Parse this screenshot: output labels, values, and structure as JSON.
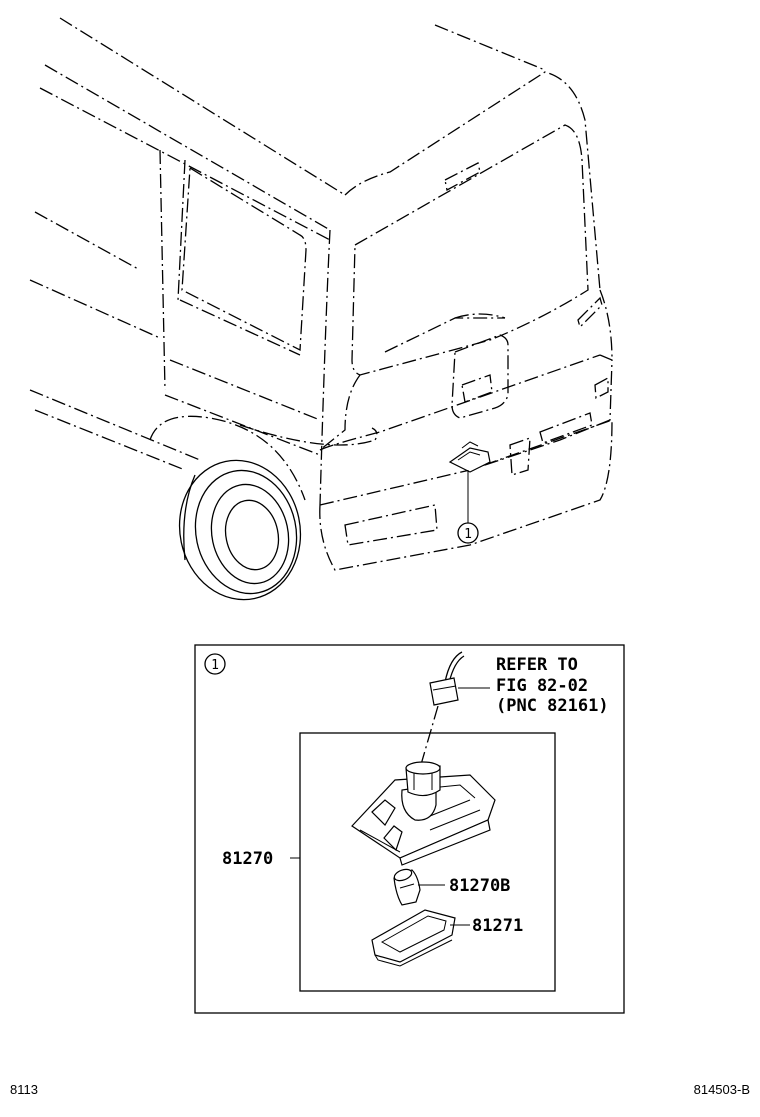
{
  "callout": {
    "marker": "1"
  },
  "detail": {
    "marker": "1",
    "refer_line1": "REFER TO",
    "refer_line2": "FIG 82-02",
    "refer_line3": "(PNC 82161)"
  },
  "parts": {
    "part_81270": "81270",
    "part_81270B": "81270B",
    "part_81271": "81271"
  },
  "footer": {
    "left": "8113",
    "right": "814503-B"
  }
}
